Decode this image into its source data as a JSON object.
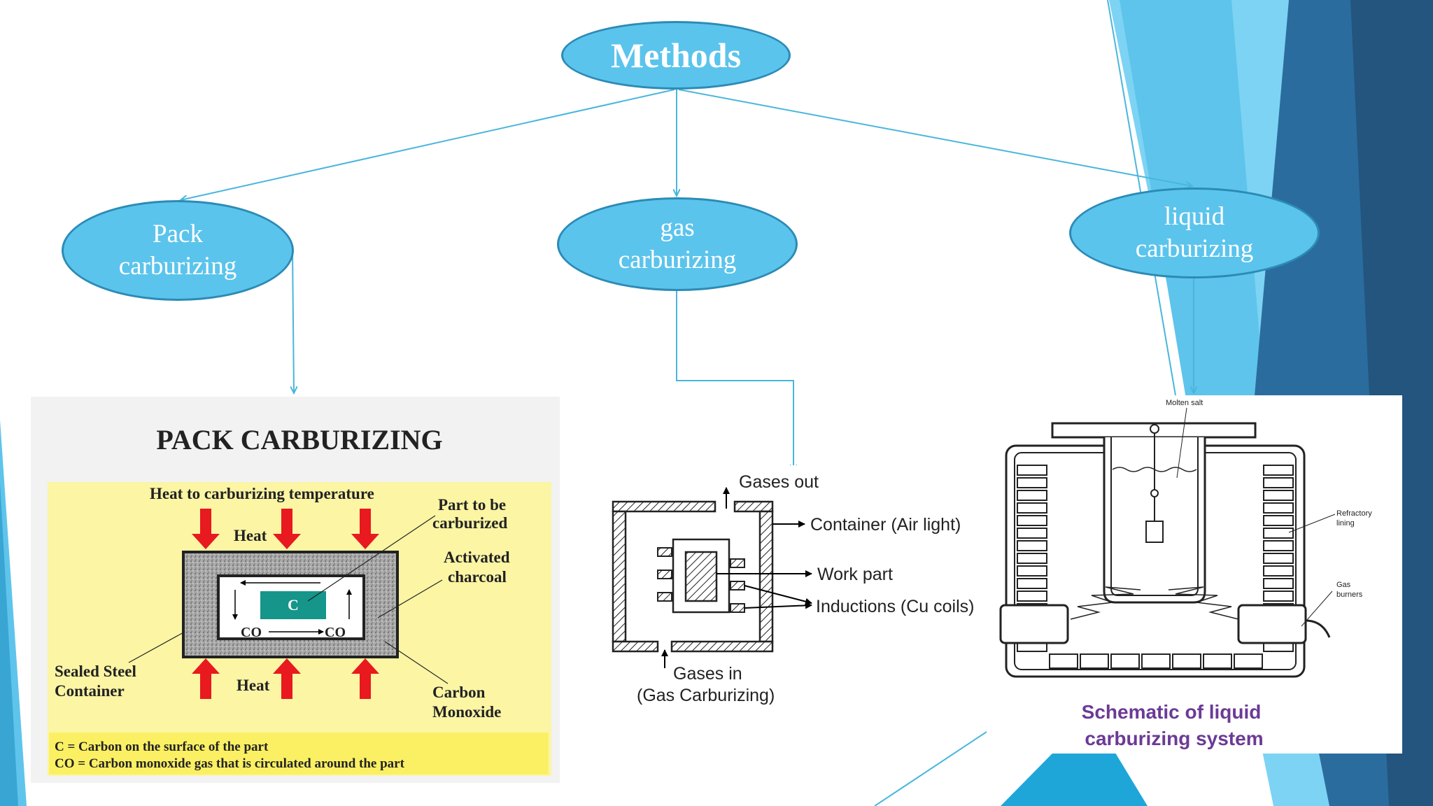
{
  "nodes": {
    "root": "Methods",
    "pack": "Pack\ncarburizing",
    "gas": "gas\ncarburizing",
    "liquid": "liquid\ncarburizing"
  },
  "pack_figure": {
    "title": "PACK CARBURIZING",
    "heat_label": "Heat to carburizing temperature",
    "heat_top": "Heat",
    "heat_bottom": "Heat",
    "part_label_1": "Part to be",
    "part_label_2": "carburized",
    "charcoal_label_1": "Activated",
    "charcoal_label_2": "charcoal",
    "part_symbol": "C",
    "co_left": "CO",
    "co_right": "CO",
    "container_label_1": "Sealed Steel",
    "container_label_2": "Container",
    "monoxide_label_1": "Carbon",
    "monoxide_label_2": "Monoxide",
    "legend_1": "C = Carbon on the surface of the part",
    "legend_2": "CO = Carbon monoxide gas that is circulated  around the part"
  },
  "gas_figure": {
    "gases_out": "Gases out",
    "container": "Container (Air light)",
    "work_part": "Work part",
    "inductions": "Inductions (Cu coils)",
    "gases_in": "Gases in",
    "caption": "(Gas Carburizing)"
  },
  "liquid_figure": {
    "molten_salt": "Molten salt",
    "refractory_1": "Refractory",
    "refractory_2": "lining",
    "gas_burners_1": "Gas",
    "gas_burners_2": "burners",
    "caption_1": "Schematic of liquid",
    "caption_2": "carburizing system"
  },
  "colors": {
    "node_fill": "#5bc4ec",
    "node_border": "#2c8bb5",
    "connector": "#49b6dc",
    "heat_arrow": "#e8191f",
    "part_fill": "#16958a",
    "pack_background": "#fbf5a4",
    "caption_purple": "#6b3a96"
  }
}
